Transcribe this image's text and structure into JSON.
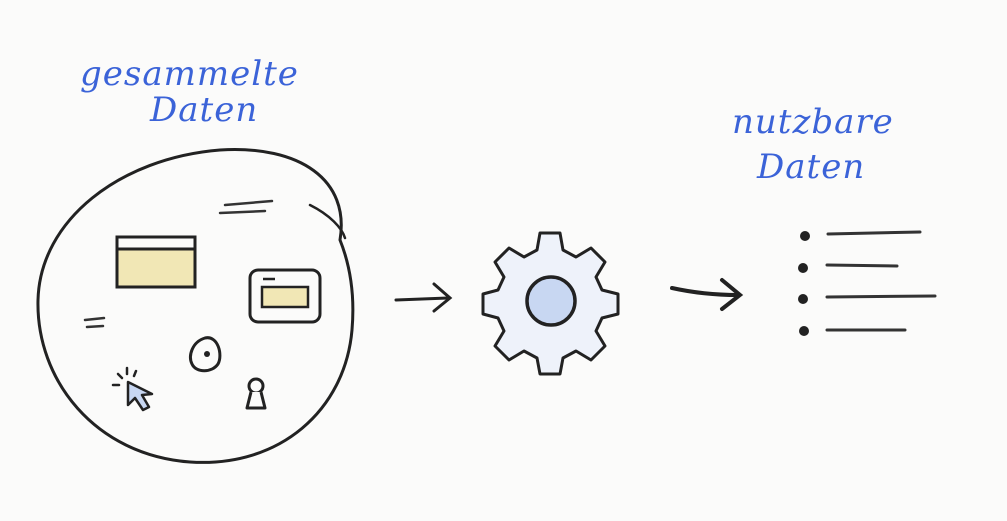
{
  "labels": {
    "input_line1": "gesammelte",
    "input_line2": "Daten",
    "output_line1": "nutzbare",
    "output_line2": "Daten"
  },
  "colors": {
    "ink": "#222222",
    "label_blue": "#3b63d8",
    "window_fill": "#f1e7b5",
    "gear_fill": "#c8d7f2"
  },
  "icons": [
    "browser-window-icon",
    "device-screen-icon",
    "location-pin-icon",
    "click-cursor-icon",
    "keyhole-lock-icon",
    "gear-icon",
    "arrow-icon",
    "bullet-list-icon"
  ]
}
